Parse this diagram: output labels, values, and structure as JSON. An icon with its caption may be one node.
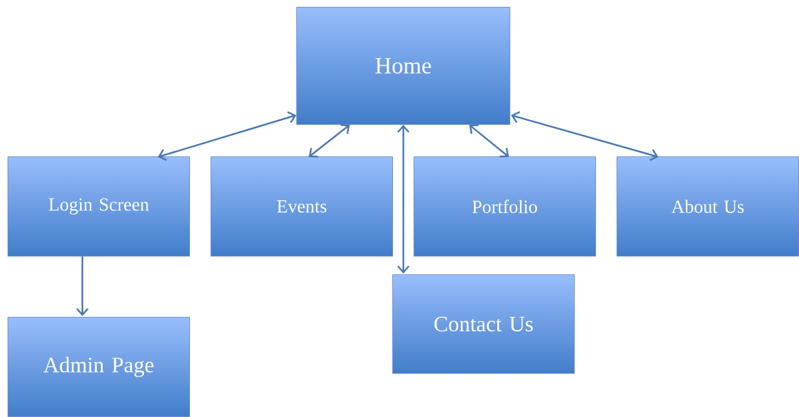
{
  "diagram": {
    "nodes": [
      {
        "text": [
          "Home"
        ]
      },
      {
        "text": [
          "Login Screen"
        ]
      },
      {
        "text": [
          "Events"
        ]
      },
      {
        "text": [
          "Portfolio"
        ]
      },
      {
        "text": [
          "About Us"
        ]
      },
      {
        "text": [
          "Contact Us"
        ]
      },
      {
        "text": [
          "Admin Page"
        ]
      }
    ],
    "edges": [
      {
        "from": 0,
        "to": 1,
        "arrow": "both"
      },
      {
        "from": 0,
        "to": 2,
        "arrow": "both"
      },
      {
        "from": 0,
        "to": 5,
        "arrow": "both"
      },
      {
        "from": 0,
        "to": 3,
        "arrow": "both"
      },
      {
        "from": 0,
        "to": 4,
        "arrow": "both"
      },
      {
        "from": 1,
        "to": 6,
        "arrow": "to"
      }
    ]
  }
}
